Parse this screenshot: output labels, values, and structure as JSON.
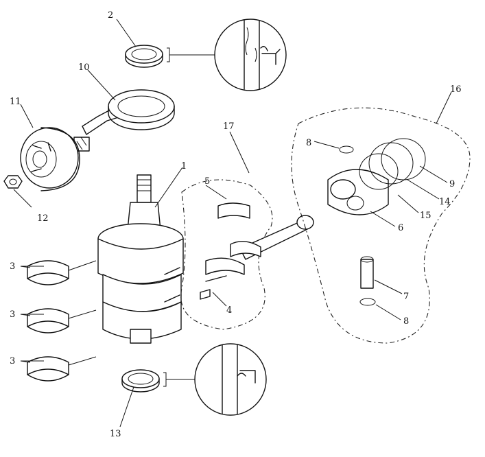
{
  "callouts": [
    {
      "id": "c2",
      "text": "2"
    },
    {
      "id": "c10",
      "text": "10"
    },
    {
      "id": "c11",
      "text": "11"
    },
    {
      "id": "c12",
      "text": "12"
    },
    {
      "id": "c1",
      "text": "1"
    },
    {
      "id": "c3a",
      "text": "3"
    },
    {
      "id": "c3b",
      "text": "3"
    },
    {
      "id": "c3c",
      "text": "3"
    },
    {
      "id": "c13",
      "text": "13"
    },
    {
      "id": "c5",
      "text": "5"
    },
    {
      "id": "c17",
      "text": "17"
    },
    {
      "id": "c4",
      "text": "4"
    },
    {
      "id": "c16",
      "text": "16"
    },
    {
      "id": "c8a",
      "text": "8"
    },
    {
      "id": "c9",
      "text": "9"
    },
    {
      "id": "c14",
      "text": "14"
    },
    {
      "id": "c15",
      "text": "15"
    },
    {
      "id": "c6",
      "text": "6"
    },
    {
      "id": "c7",
      "text": "7"
    },
    {
      "id": "c8b",
      "text": "8"
    }
  ]
}
